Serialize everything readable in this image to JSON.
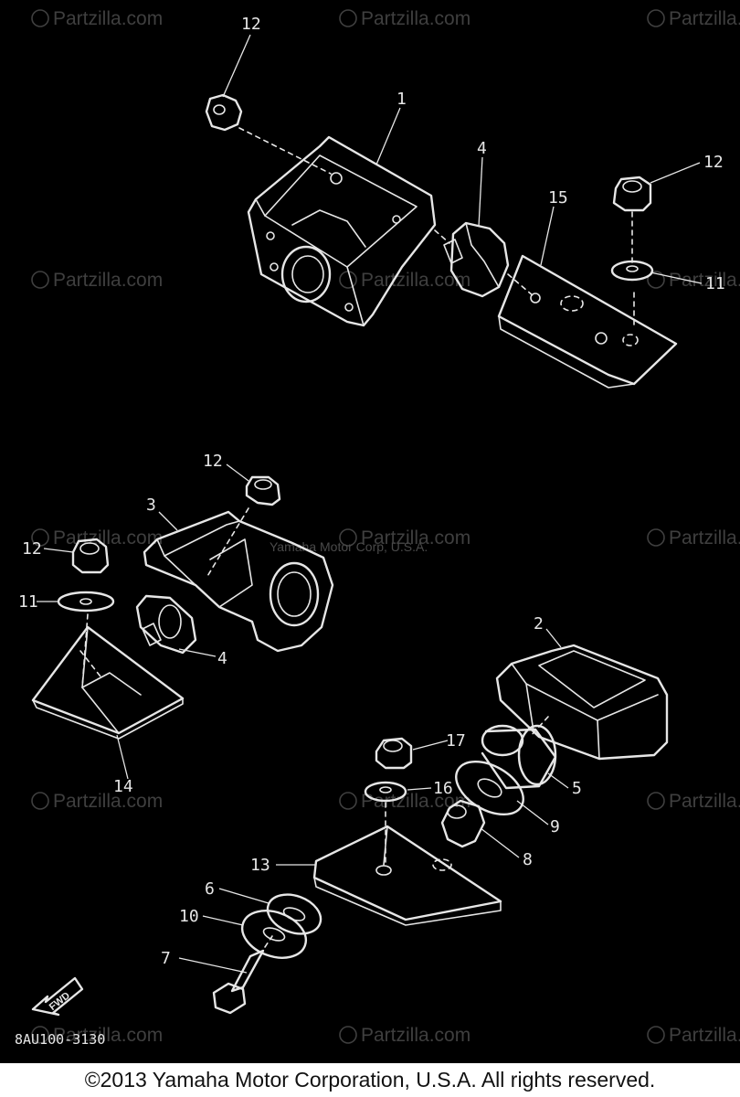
{
  "watermark": {
    "text": "Partzilla.com"
  },
  "copyright_watermark": "Yamaha Motor Corp, U.S.A.",
  "diagram_code": "8AU100-3130",
  "forward_label": "FWD",
  "footer": {
    "text": "©2013 Yamaha Motor Corporation, U.S.A. All rights reserved."
  },
  "callouts": {
    "c12a": "12",
    "c1": "1",
    "c4a": "4",
    "c15": "15",
    "c12b": "12",
    "c11a": "11",
    "c12c": "12",
    "c3": "3",
    "c12d": "12",
    "c11b": "11",
    "c4b": "4",
    "c14": "14",
    "c2": "2",
    "c17": "17",
    "c5": "5",
    "c16": "16",
    "c9": "9",
    "c8": "8",
    "c13": "13",
    "c6": "6",
    "c10": "10",
    "c7": "7"
  },
  "colors": {
    "background": "#000000",
    "lines": "#e6e6e6",
    "footer_bg": "#ffffff"
  }
}
